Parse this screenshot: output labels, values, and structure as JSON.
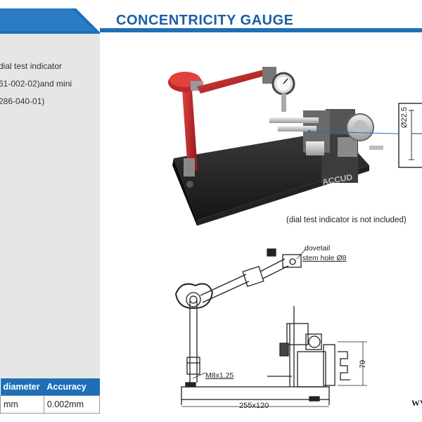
{
  "header": {
    "title": "CONCENTRICITY GAUGE"
  },
  "description": {
    "lines": [
      "dial test indicator",
      "61-002-02)and mini",
      "286-040-01)"
    ]
  },
  "spec_table": {
    "headers": [
      "diameter",
      "Accuracy"
    ],
    "row": [
      "mm",
      "0.002mm"
    ]
  },
  "photo": {
    "brand": "ACCUD",
    "caption": "(dial test indicator is not included)",
    "section_dim": "Ø22.5"
  },
  "drawing": {
    "dovetail": "dovetail",
    "stem_hole": "stem hole Ø8",
    "thread": "M8x1.25",
    "base_dim": "255x120",
    "height_dim": "79"
  },
  "footer": {
    "web_fragment": "WV"
  },
  "colors": {
    "brand_blue": "#1e6fb8",
    "knob_red": "#c0272d",
    "panel_gray": "#e6e6e6"
  }
}
